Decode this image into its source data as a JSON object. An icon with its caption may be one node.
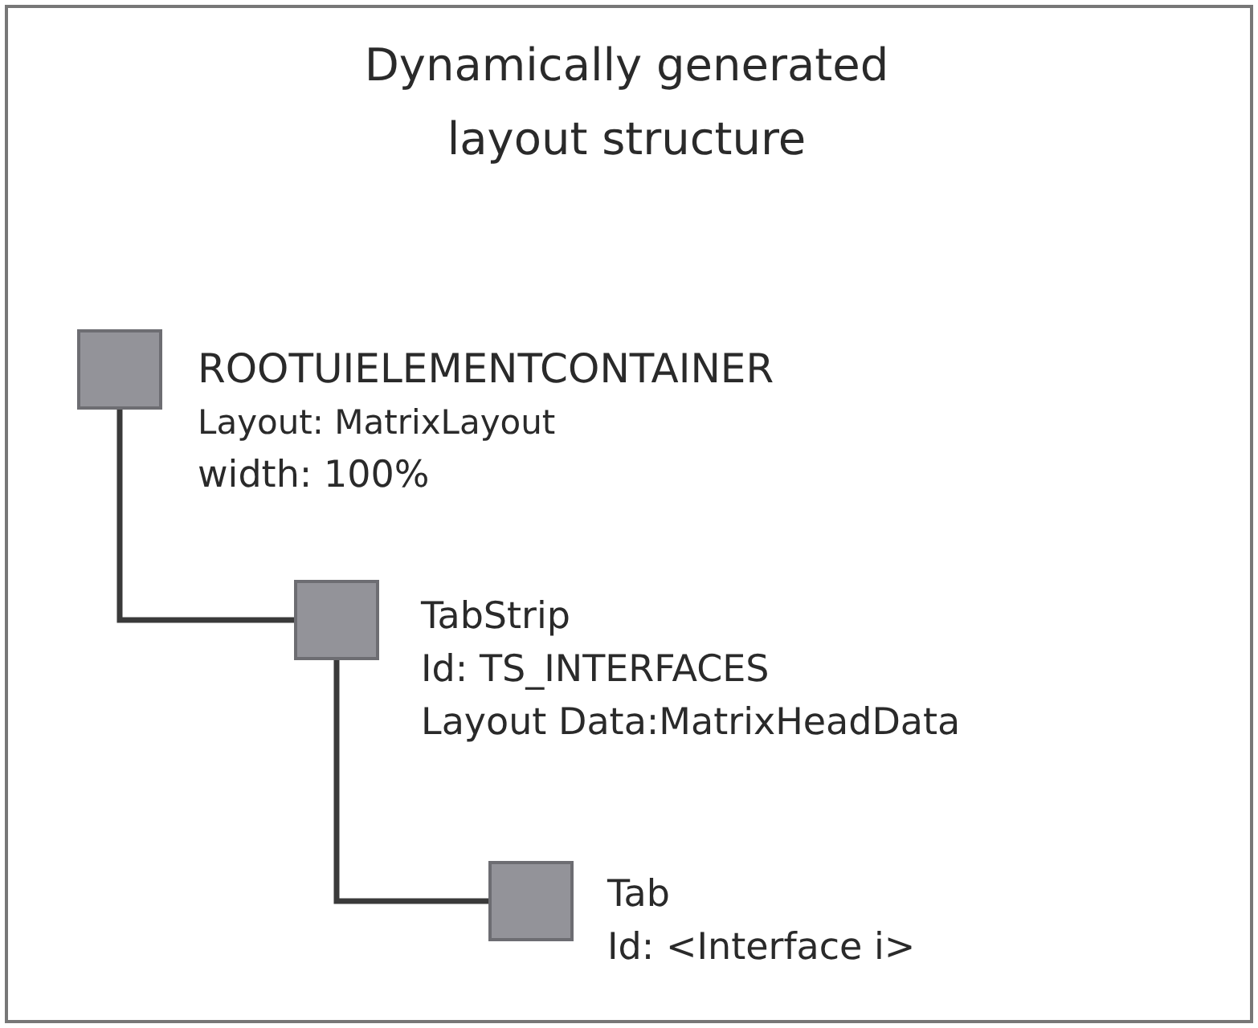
{
  "diagram": {
    "title": "Dynamically generated layout structure",
    "nodes": [
      {
        "text": [],
        "shape": "box",
        "beside": [
          "ROOTUIELEMENTCONTAINER",
          "Layout: MatrixLayout",
          "width: 100%"
        ]
      },
      {
        "text": [],
        "shape": "box",
        "beside": [
          "TabStrip",
          "Id: TS_INTERFACES",
          "Layout Data:MatrixHeadData"
        ]
      },
      {
        "text": [],
        "shape": "box",
        "beside": [
          "Tab",
          "Id: <Interface i>"
        ]
      }
    ],
    "edges": [
      {
        "from": 0,
        "to": 1,
        "arrow": "none"
      },
      {
        "from": 1,
        "to": 2,
        "arrow": "none"
      }
    ]
  }
}
